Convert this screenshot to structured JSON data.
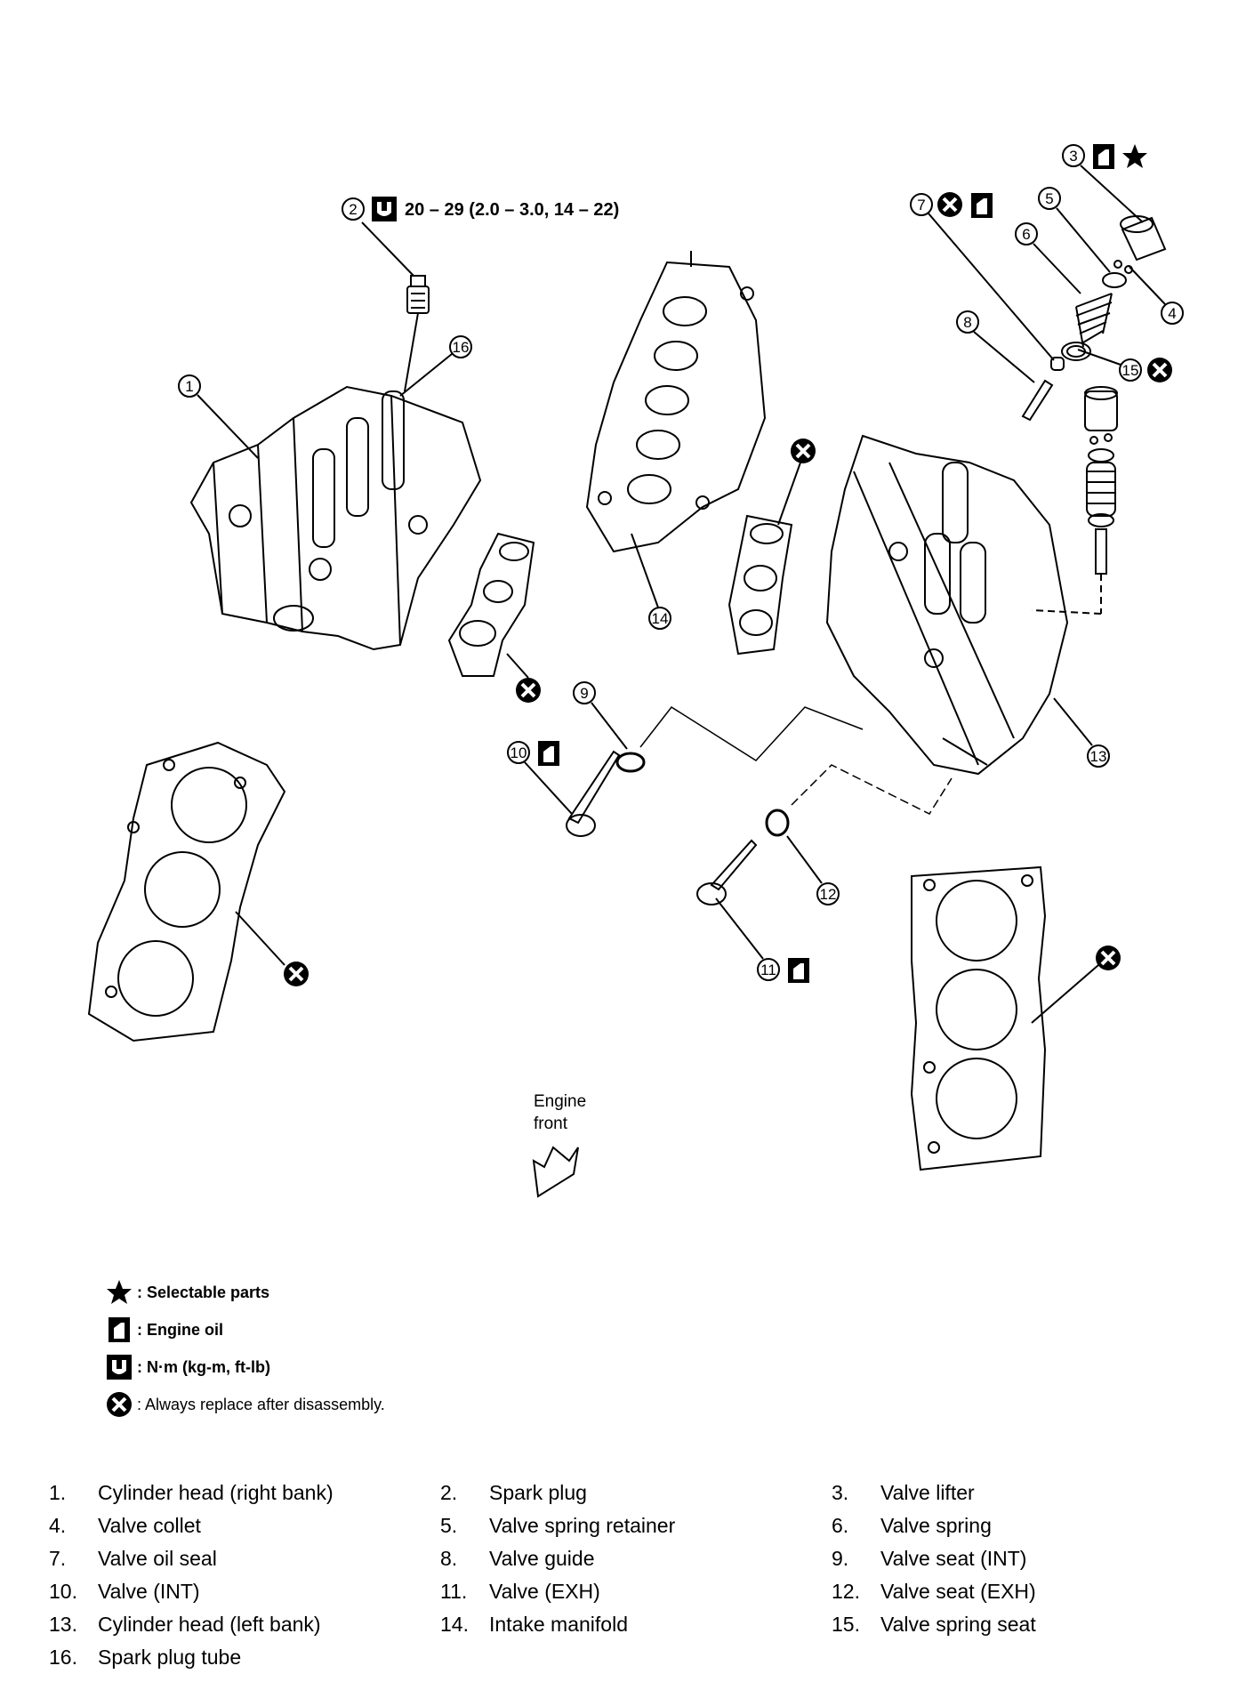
{
  "torque_spec": "20 – 29 (2.0 – 3.0, 14 – 22)",
  "engine_front": [
    "Engine",
    "front"
  ],
  "callouts": [
    "1",
    "2",
    "3",
    "4",
    "5",
    "6",
    "7",
    "8",
    "9",
    "10",
    "11",
    "12",
    "13",
    "14",
    "15",
    "16"
  ],
  "legend": [
    {
      "icon": "star-icon",
      "text": ": Selectable parts"
    },
    {
      "icon": "oil-can-icon",
      "text": ": Engine oil"
    },
    {
      "icon": "torque-wrench-icon",
      "text": ": N·m (kg-m, ft-lb)"
    },
    {
      "icon": "replace-x-icon",
      "text": ": Always replace after disassembly."
    }
  ],
  "parts": [
    {
      "num": "1.",
      "name": "Cylinder head (right bank)"
    },
    {
      "num": "2.",
      "name": "Spark plug"
    },
    {
      "num": "3.",
      "name": "Valve lifter"
    },
    {
      "num": "4.",
      "name": "Valve collet"
    },
    {
      "num": "5.",
      "name": "Valve spring retainer"
    },
    {
      "num": "6.",
      "name": "Valve spring"
    },
    {
      "num": "7.",
      "name": "Valve oil seal"
    },
    {
      "num": "8.",
      "name": "Valve guide"
    },
    {
      "num": "9.",
      "name": "Valve seat (INT)"
    },
    {
      "num": "10.",
      "name": "Valve (INT)"
    },
    {
      "num": "11.",
      "name": "Valve (EXH)"
    },
    {
      "num": "12.",
      "name": "Valve seat (EXH)"
    },
    {
      "num": "13.",
      "name": "Cylinder head (left bank)"
    },
    {
      "num": "14.",
      "name": "Intake manifold"
    },
    {
      "num": "15.",
      "name": "Valve spring seat"
    },
    {
      "num": "16.",
      "name": "Spark plug tube"
    }
  ]
}
